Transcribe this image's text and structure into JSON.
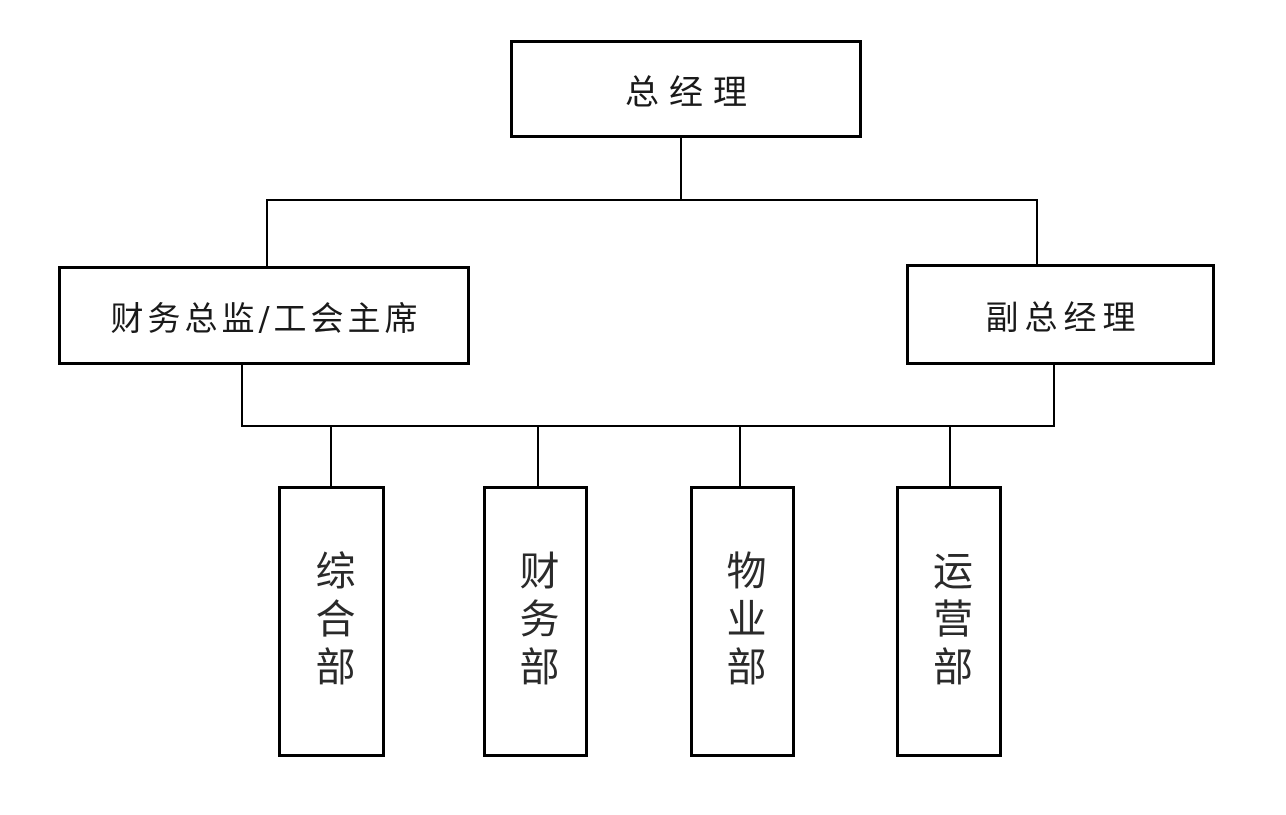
{
  "chart": {
    "title": "organization-chart",
    "root": {
      "label": "总经理"
    },
    "level2": [
      {
        "label": "财务总监/工会主席"
      },
      {
        "label": "副总经理"
      }
    ],
    "departments": [
      {
        "label": "综合部"
      },
      {
        "label": "财务部"
      },
      {
        "label": "物业部"
      },
      {
        "label": "运营部"
      }
    ]
  },
  "colors": {
    "line": "#000000",
    "border": "#000000",
    "text": "#1a1a1a",
    "background": "#ffffff"
  }
}
